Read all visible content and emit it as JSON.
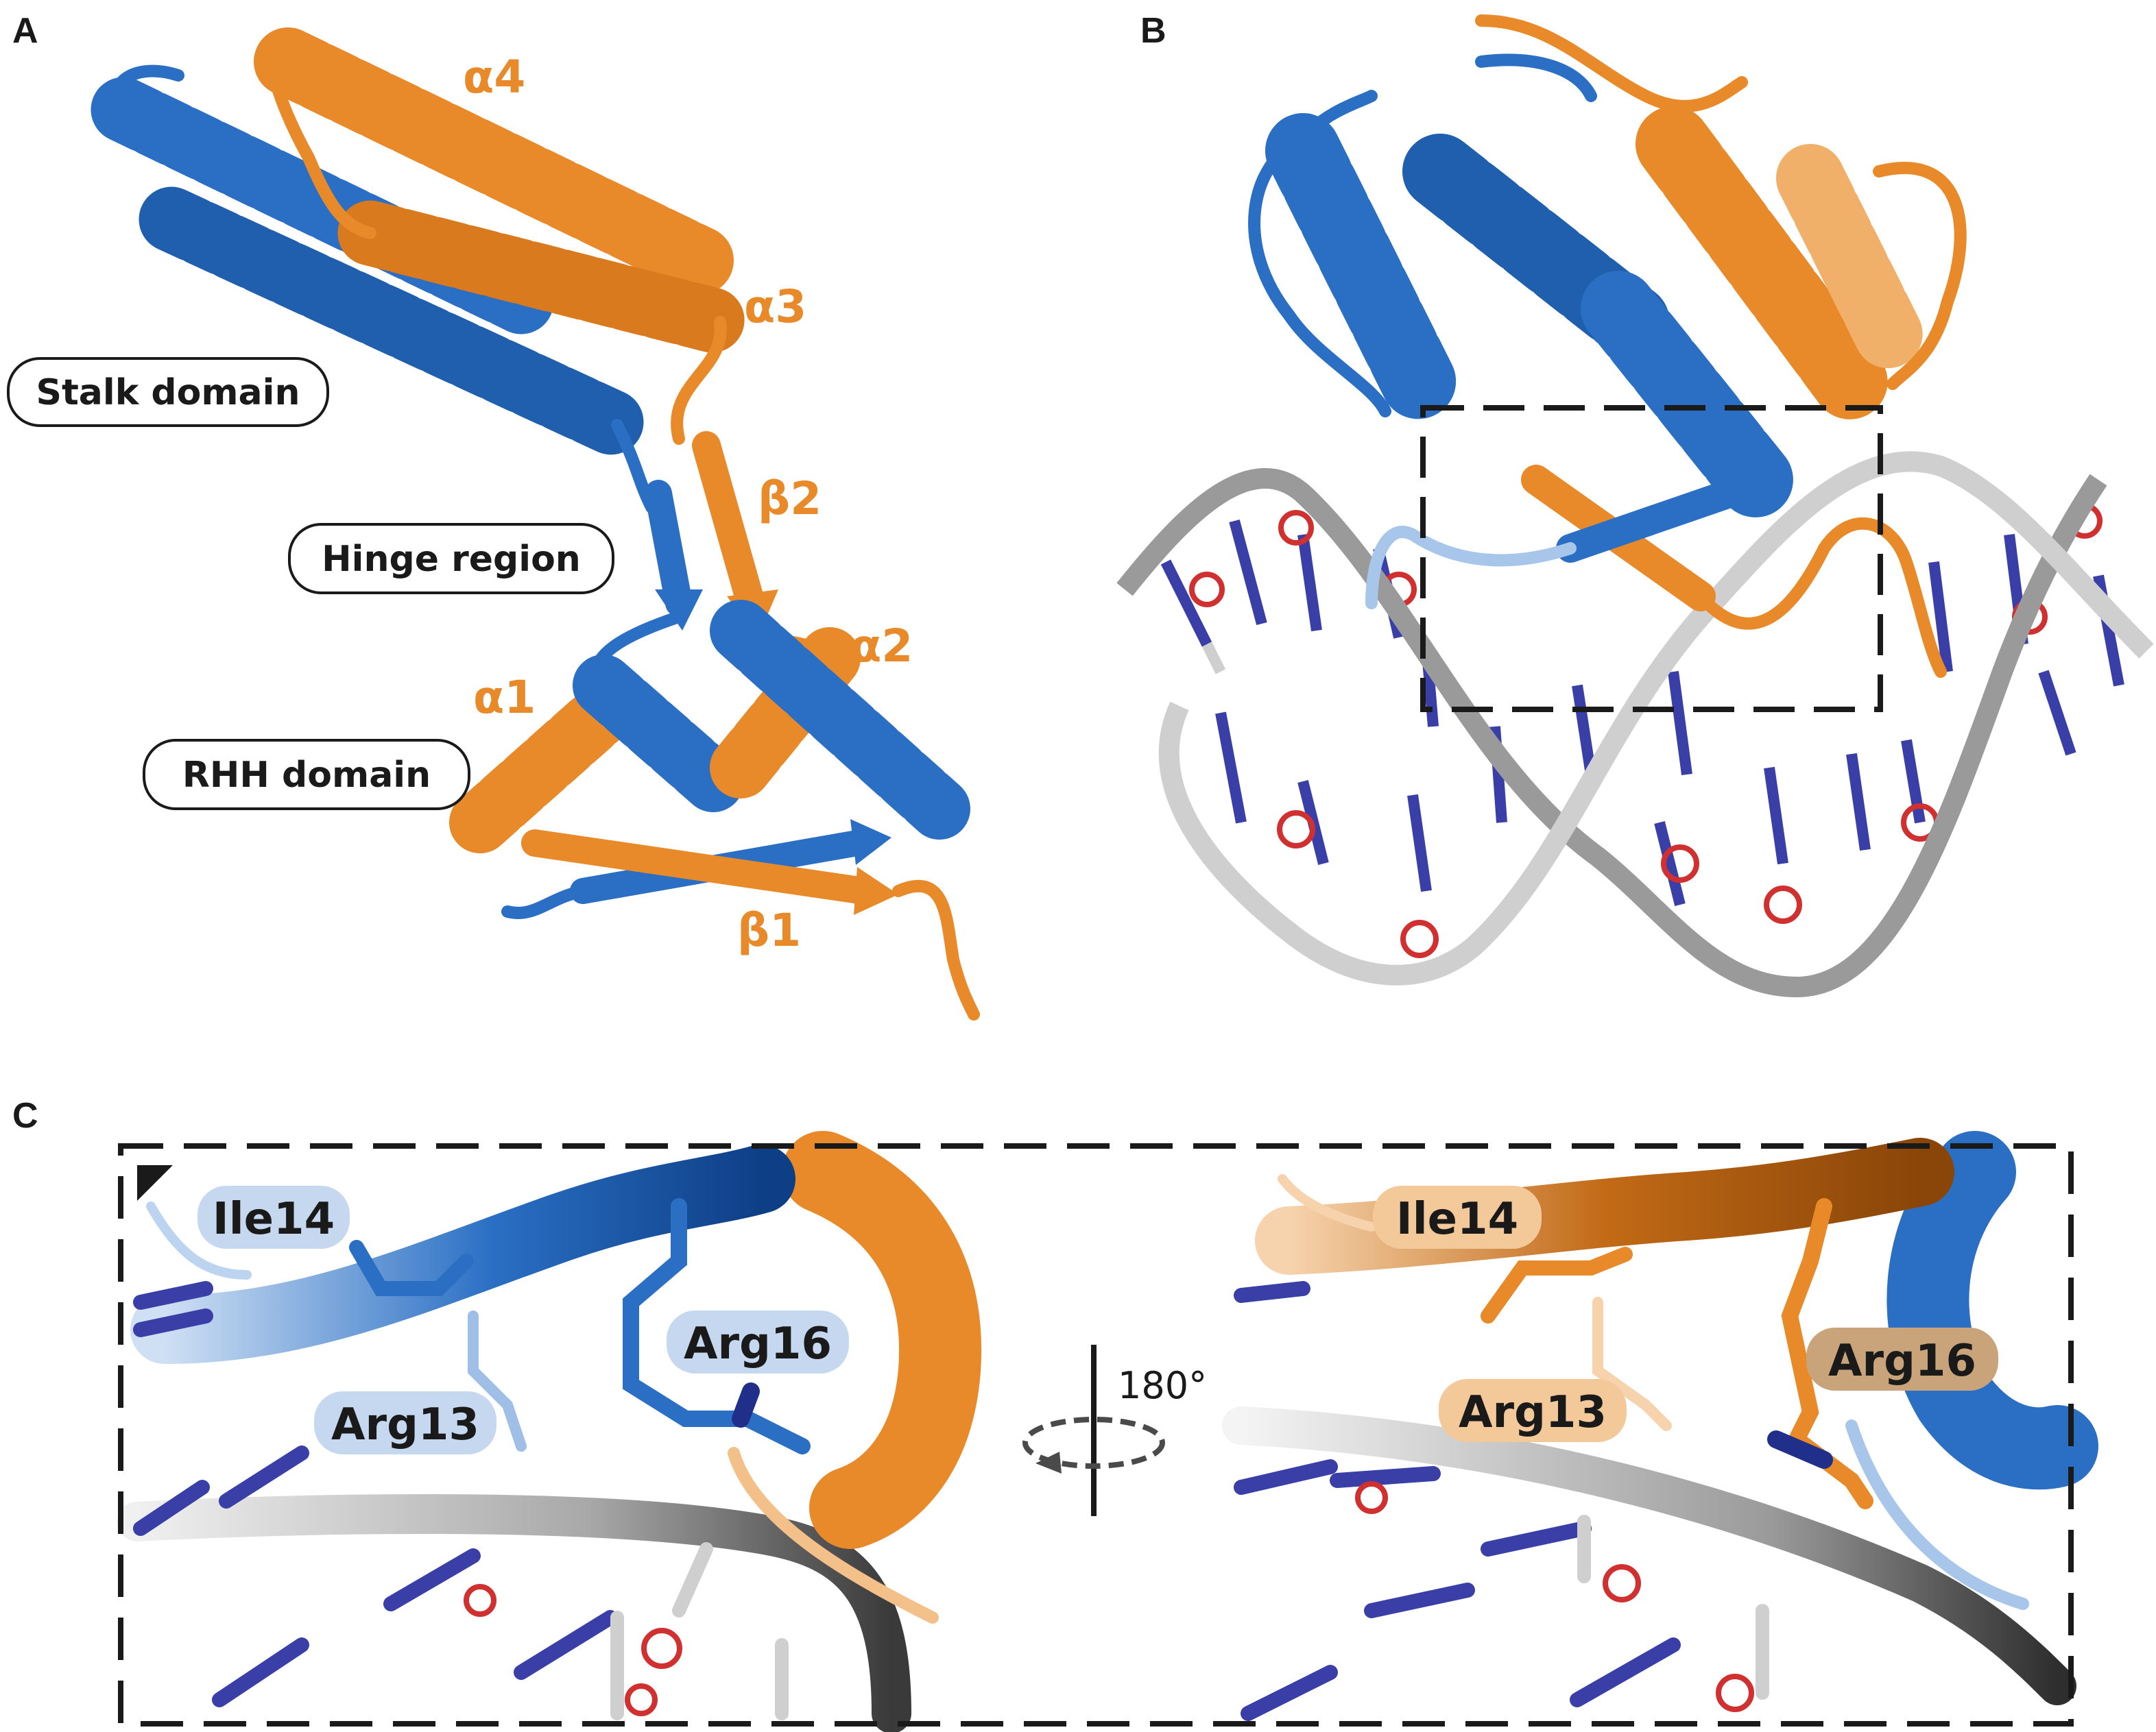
{
  "colors": {
    "chain_blue": "#2a6fc4",
    "chain_orange": "#e88a2a",
    "dna_gray": "#9a9a9a",
    "base_blue": "#3a3fa8",
    "base_red": "#d03030",
    "text": "#1a1a1a"
  },
  "panels": {
    "a": {
      "letter": "A",
      "structure_labels": [
        "α4",
        "α3",
        "β2",
        "α2",
        "α1",
        "β1"
      ],
      "domain_labels": [
        "Stalk domain",
        "Hinge region",
        "RHH domain"
      ]
    },
    "b": {
      "letter": "B"
    },
    "c": {
      "letter": "C",
      "left_residues": [
        "Ile14",
        "Arg16",
        "Arg13"
      ],
      "right_residues": [
        "Ile14",
        "Arg16",
        "Arg13"
      ],
      "rotation_label": "180°"
    }
  }
}
